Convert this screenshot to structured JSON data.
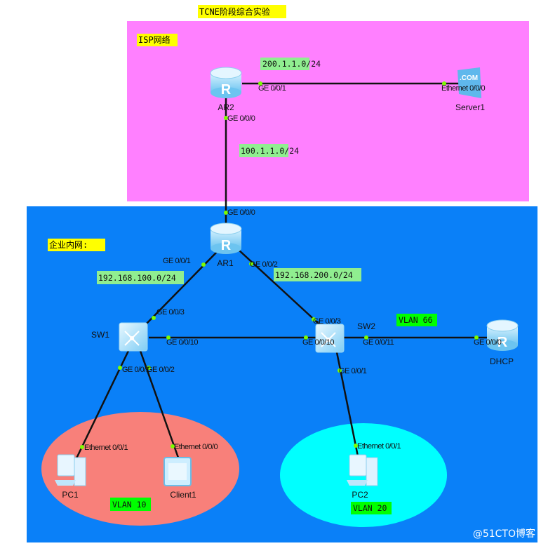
{
  "title": "TCNE阶段综合实验",
  "zones": {
    "isp": {
      "label": "ISP网络",
      "color": "#ff80ff"
    },
    "enterprise": {
      "label": "企业内网:",
      "color": "#0a80f8"
    },
    "vlan10_color": "#f8807a",
    "vlan20_color": "#00ffff"
  },
  "networks": {
    "n200": "200.1.1.0/24",
    "n100": "100.1.1.0/24",
    "n192_100": "192.168.100.0/24",
    "n192_200": "192.168.200.0/24"
  },
  "vlans": {
    "v66": "VLAN 66",
    "v10": "VLAN 10",
    "v20": "VLAN 20"
  },
  "devices": {
    "ar2": "AR2",
    "server1": "Server1",
    "ar1": "AR1",
    "sw1": "SW1",
    "sw2": "SW2",
    "dhcp": "DHCP",
    "pc1": "PC1",
    "client1": "Client1",
    "pc2": "PC2"
  },
  "ports": {
    "ar2_g1": "GE 0/0/1",
    "server1_e0": "Ethernet 0/0/0",
    "ar2_g0": "GE 0/0/0",
    "ar1_g0": "GE 0/0/0",
    "ar1_g1": "GE 0/0/1",
    "ar1_g2": "GE 0/0/2",
    "sw1_g3": "GE 0/0/3",
    "sw1_g10": "GE 0/0/10",
    "sw1_g1": "GE 0/0/1",
    "sw1_g2": "GE 0/0/2",
    "sw2_g3": "GE 0/0/3",
    "sw2_g10": "GE 0/0/10",
    "sw2_g11": "GE 0/0/11",
    "sw2_g1": "GE 0/0/1",
    "dhcp_g0": "GE 0/0/0",
    "pc1_e1": "Ethernet 0/0/1",
    "client1_e0": "Ethernet 0/0/0",
    "pc2_e1": "Ethernet 0/0/1"
  },
  "colors": {
    "label_yellow": "#ffff00",
    "net_label": "#90ee90",
    "vlan_label": "#00ff00",
    "port_dot": "#7cfc00",
    "link": "#111111"
  },
  "watermark": "@51CTO博客"
}
